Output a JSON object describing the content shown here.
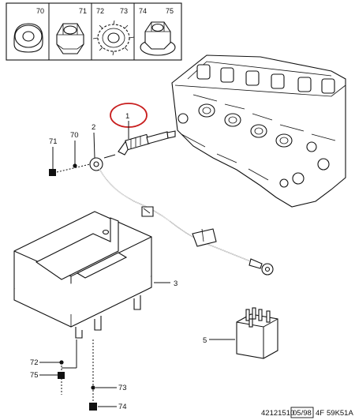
{
  "hardware_box": {
    "labels": [
      "70",
      "71",
      "72",
      "73",
      "74",
      "75"
    ]
  },
  "callouts": {
    "glow_plug": "1",
    "wire": "2",
    "control_unit": "3",
    "relay": "5",
    "nut_71": "71",
    "washer_70": "70",
    "bolt_72": "72",
    "washer_75": "75",
    "screw_73": "73",
    "nut_74": "74"
  },
  "footer": {
    "drawing_number": "42121510",
    "date_code": "05/98",
    "section_code": "4F",
    "figure_code": "59K51A"
  },
  "colors": {
    "highlight_circle": "#c81e1e",
    "line": "#111111"
  }
}
